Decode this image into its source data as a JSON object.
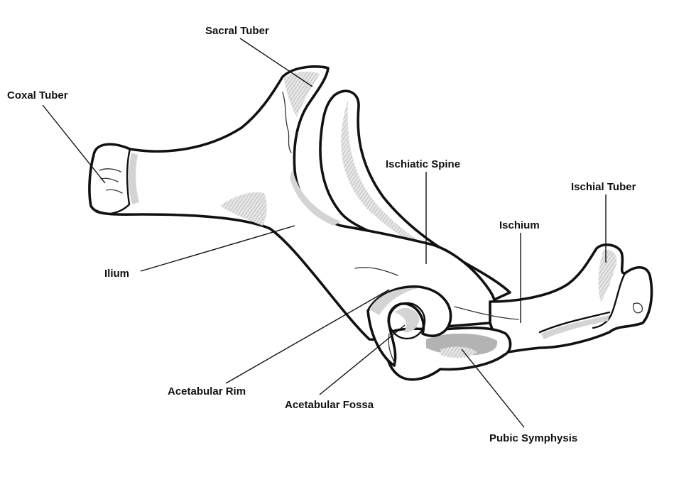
{
  "labels": {
    "sacral_tuber": "Sacral Tuber",
    "coxal_tuber": "Coxal Tuber",
    "ischiatic_spine": "Ischiatic Spine",
    "ischial_tuber": "Ischial Tuber",
    "ischium": "Ischium",
    "ilium": "Ilium",
    "acetabular_rim": "Acetabular Rim",
    "acetabular_fossa": "Acetabular Fossa",
    "pubic_symphysis": "Pubic Symphysis"
  },
  "colors": {
    "outline": "#111111",
    "shading": "#d4d4d4",
    "background": "#ffffff"
  }
}
